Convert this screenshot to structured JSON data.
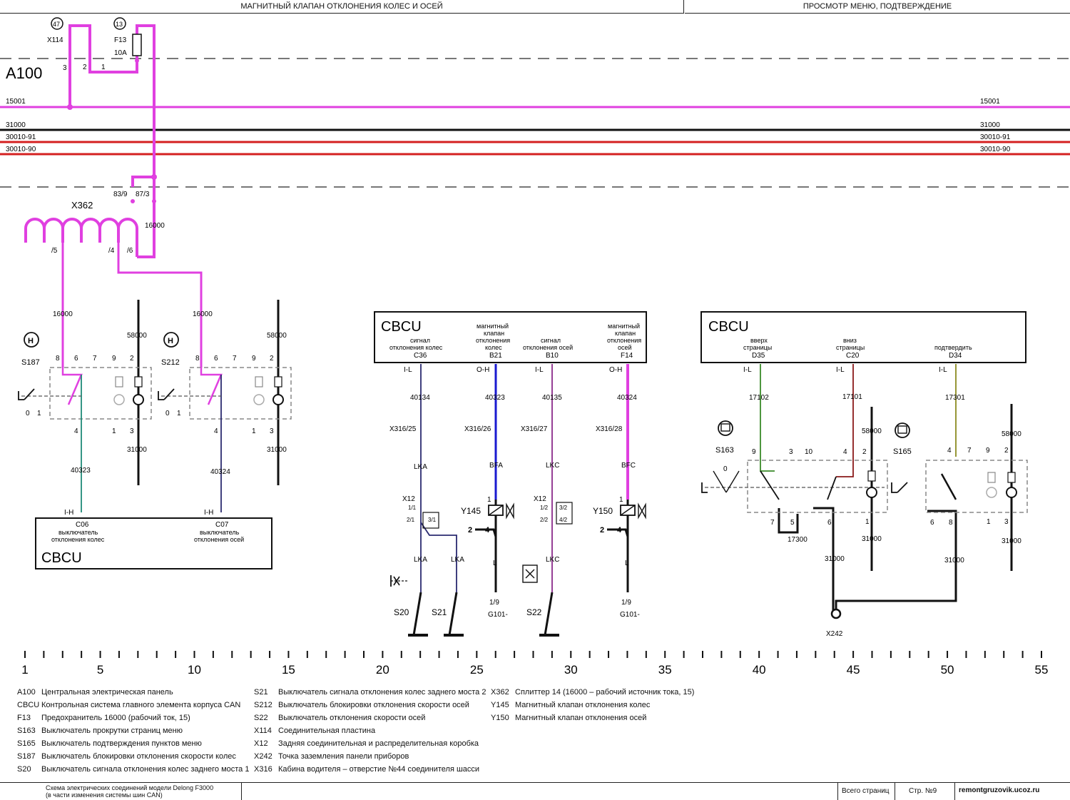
{
  "header": {
    "left_title": "МАГНИТНЫЙ КЛАПАН ОТКЛОНЕНИЯ КОЛЕС И ОСЕЙ",
    "right_title": "ПРОСМОТР МЕНЮ, ПОДТВЕРЖДЕНИЕ"
  },
  "colors": {
    "pink": "#e040e0",
    "red": "#d42020",
    "black": "#111111",
    "blue": "#1a1ad0",
    "teal": "#208a78",
    "navy": "#2a2a70",
    "purple": "#8a2a8a",
    "green": "#3a8a2a",
    "darkred": "#8a1a1a",
    "olive": "#8a8a20"
  },
  "power": {
    "a100": "A100",
    "bus_15001": "15001",
    "bus_31000": "31000",
    "bus_30010_91": "30010-91",
    "bus_30010_90": "30010-90",
    "x114_num": "47",
    "x114": "X114",
    "f13_num": "13",
    "f13": "F13",
    "f13_rating": "10A",
    "pin3": "3",
    "pin2": "2",
    "pin1": "1",
    "pin83_9": "83/9",
    "pin87_3": "87/3",
    "wire16000": "16000",
    "x362": "X362",
    "p5": "/5",
    "p4": "/4",
    "p6": "/6"
  },
  "left_switches": {
    "wire16000a": "16000",
    "wire16000b": "16000",
    "wire58000a": "58000",
    "wire58000b": "58000",
    "s187": "S187",
    "s212": "S212",
    "pin8": "8",
    "pin6": "6",
    "pin7": "7",
    "pin9": "9",
    "pin2": "2",
    "pin4": "4",
    "pin1": "1",
    "pin3": "3",
    "pos0": "0",
    "pos1": "1",
    "w31000a": "31000",
    "w31000b": "31000",
    "w40323": "40323",
    "w40324": "40324",
    "ih": "I-H",
    "c06": "C06",
    "c06_desc1": "выключатель",
    "c06_desc2": "отклонения колес",
    "c07": "C07",
    "c07_desc1": "выключатель",
    "c07_desc2": "отклонения осей",
    "cbcu": "CBCU"
  },
  "mid": {
    "cbcu": "CBCU",
    "c36_l1": "сигнал",
    "c36_l2": "отклонения колес",
    "c36": "C36",
    "b21_l1": "магнитный",
    "b21_l2": "клапан",
    "b21_l3": "отклонения",
    "b21_l4": "колес",
    "b21": "B21",
    "b10_l1": "сигнал",
    "b10_l2": "отклонения осей",
    "b10": "B10",
    "f14_l1": "магнитный",
    "f14_l2": "клапан",
    "f14_l3": "отклонения",
    "f14_l4": "осей",
    "f14": "F14",
    "il": "I-L",
    "oh": "O-H",
    "w40134": "40134",
    "w40323": "40323",
    "w40135": "40135",
    "w40324": "40324",
    "x316_25": "X316/25",
    "x316_26": "X316/26",
    "x316_27": "X316/27",
    "x316_28": "X316/28",
    "lka": "LKA",
    "bfa": "BFA",
    "lkc": "LKC",
    "bfc": "BFC",
    "x12": "X12",
    "p1_1": "1/1",
    "p2_1": "2/1",
    "p3_1": "3/1",
    "p1_2": "1/2",
    "p2_2": "2/2",
    "p3_2": "3/2",
    "p4_2": "4/2",
    "y145": "Y145",
    "y150": "Y150",
    "l": "L",
    "p1_9": "1/9",
    "g101": "G101-",
    "s20": "S20",
    "s21": "S21",
    "s22": "S22",
    "n1": "1",
    "n2": "2",
    "n4": "4"
  },
  "right": {
    "cbcu": "CBCU",
    "d35_l1": "вверх",
    "d35_l2": "страницы",
    "d35": "D35",
    "c20_l1": "вниз",
    "c20_l2": "страницы",
    "c20": "C20",
    "d34_l1": "подтвердить",
    "d34": "D34",
    "il": "I-L",
    "w17102": "17102",
    "w17101": "17101",
    "w17301": "17301",
    "w58000a": "58000",
    "w58000b": "58000",
    "s163": "S163",
    "s165": "S165",
    "w17300": "17300",
    "w31000a": "31000",
    "w31000b": "31000",
    "w31000c": "31000",
    "w31000d": "31000",
    "x242": "X242",
    "n9": "9",
    "n3": "3",
    "n10": "10",
    "n4": "4",
    "n2": "2",
    "n7": "7",
    "n5": "5",
    "n6": "6",
    "n1": "1",
    "n8": "8",
    "n0": "0"
  },
  "ruler": [
    "1",
    "5",
    "10",
    "15",
    "20",
    "25",
    "30",
    "35",
    "40",
    "45",
    "50",
    "55"
  ],
  "legend": {
    "col1": [
      {
        "code": "A100",
        "text": "Центральная электрическая панель"
      },
      {
        "code": "CBCU",
        "text": "Контрольная система главного элемента корпуса CAN"
      },
      {
        "code": "F13",
        "text": "Предохранитель 16000 (рабочий ток, 15)"
      },
      {
        "code": "S163",
        "text": "Выключатель прокрутки страниц меню"
      },
      {
        "code": "S165",
        "text": "Выключатель подтверждения пунктов меню"
      },
      {
        "code": "S187",
        "text": "Выключатель блокировки отклонения скорости колес"
      },
      {
        "code": "S20",
        "text": "Выключатель сигнала отклонения колес заднего моста 1"
      }
    ],
    "col2": [
      {
        "code": "S21",
        "text": "Выключатель сигнала отклонения колес заднего моста 2"
      },
      {
        "code": "S212",
        "text": "Выключатель блокировки отклонения скорости осей"
      },
      {
        "code": "S22",
        "text": "Выключатель отклонения скорости осей"
      },
      {
        "code": "X114",
        "text": "Соединительная пластина"
      },
      {
        "code": "X12",
        "text": "Задняя соединительная и распределительная коробка"
      },
      {
        "code": "X242",
        "text": "Точка заземления панели приборов"
      },
      {
        "code": "X316",
        "text": "Кабина водителя – отверстие №44 соединителя шасси"
      }
    ],
    "col3": [
      {
        "code": "X362",
        "text": "Сплиттер 14 (16000 – рабочий источник тока, 15)"
      },
      {
        "code": "Y145",
        "text": "Магнитный клапан отклонения колес"
      },
      {
        "code": "Y150",
        "text": "Магнитный клапан отклонения осей"
      }
    ]
  },
  "footer": {
    "title_l1": "Схема электрических соединений модели Delong F3000",
    "title_l2": "(в части изменения системы шин CAN)",
    "total_pages": "Всего страниц",
    "page": "Стр. №9",
    "site": "remontgruzovik.ucoz.ru"
  }
}
